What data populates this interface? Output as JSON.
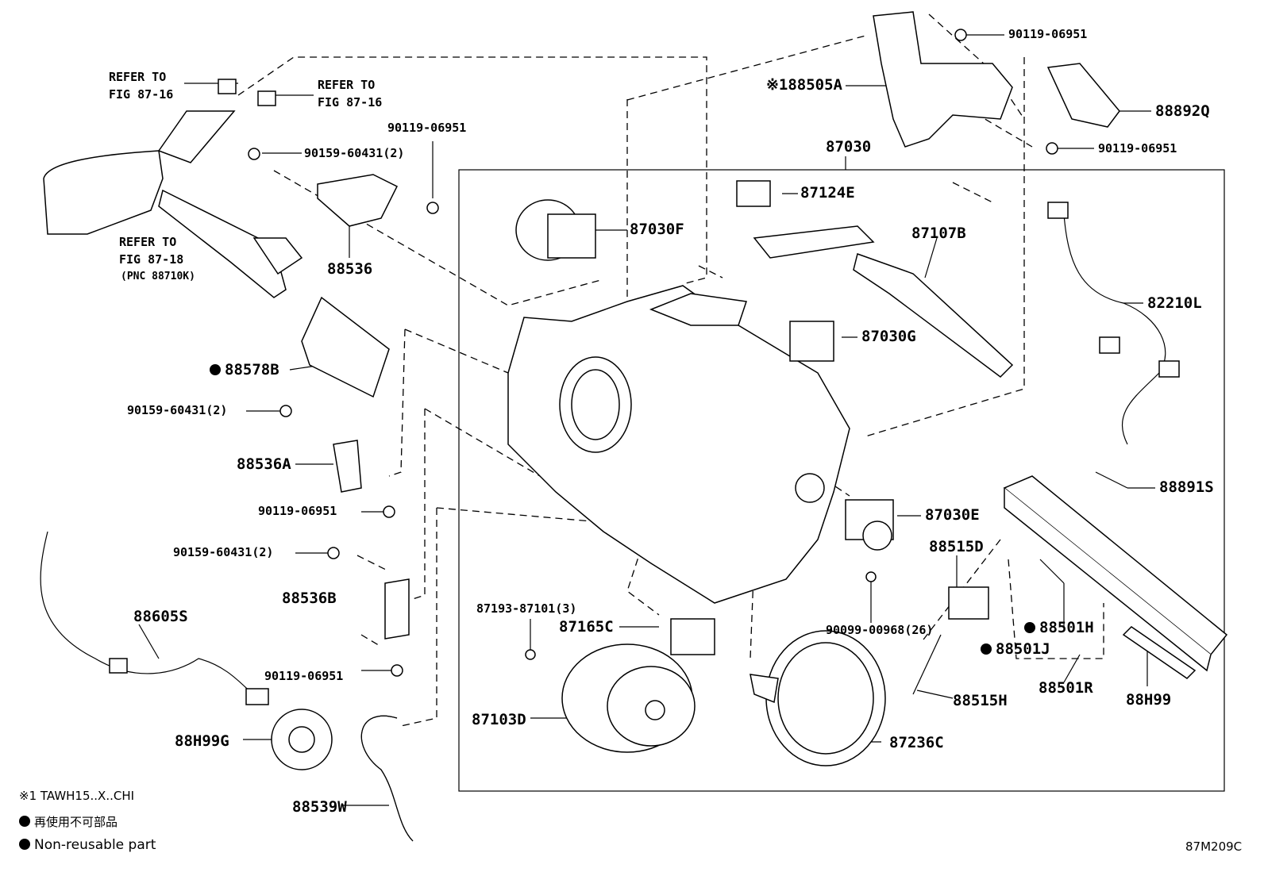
{
  "diagram_code": "87M209C",
  "refs": {
    "refer_to": "REFER TO",
    "fig_87_16": "FIG 87-16",
    "fig_87_18": "FIG 87-18",
    "pnc": "(PNC 88710K)"
  },
  "parts": {
    "p90119_06951": "90119-06951",
    "p88505A": "※188505A",
    "p88892Q": "88892Q",
    "p87030": "87030",
    "p90159_60431_2": "90159-60431(2)",
    "p87124E": "87124E",
    "p87030F": "87030F",
    "p87107B": "87107B",
    "p88536": "88536",
    "p82210L": "82210L",
    "p87030G": "87030G",
    "p88578B": "88578B",
    "p88536A": "88536A",
    "p88891S": "88891S",
    "p87030E": "87030E",
    "p88515D": "88515D",
    "p88536B": "88536B",
    "p88605S": "88605S",
    "p87193_87101_3": "87193-87101(3)",
    "p87165C": "87165C",
    "p90099_00968_26": "90099-00968(26)",
    "p88501H": "88501H",
    "p88501J": "88501J",
    "p88501R": "88501R",
    "p88515H": "88515H",
    "p88H99": "88H99",
    "p87103D": "87103D",
    "p88H99G": "88H99G",
    "p87236C": "87236C",
    "p88539W": "88539W"
  },
  "legend": {
    "footnote": "※1 TAWH15..X..CHI",
    "non_reusable_cn": "再使用不可部品",
    "non_reusable_en": "Non-reusable part"
  }
}
